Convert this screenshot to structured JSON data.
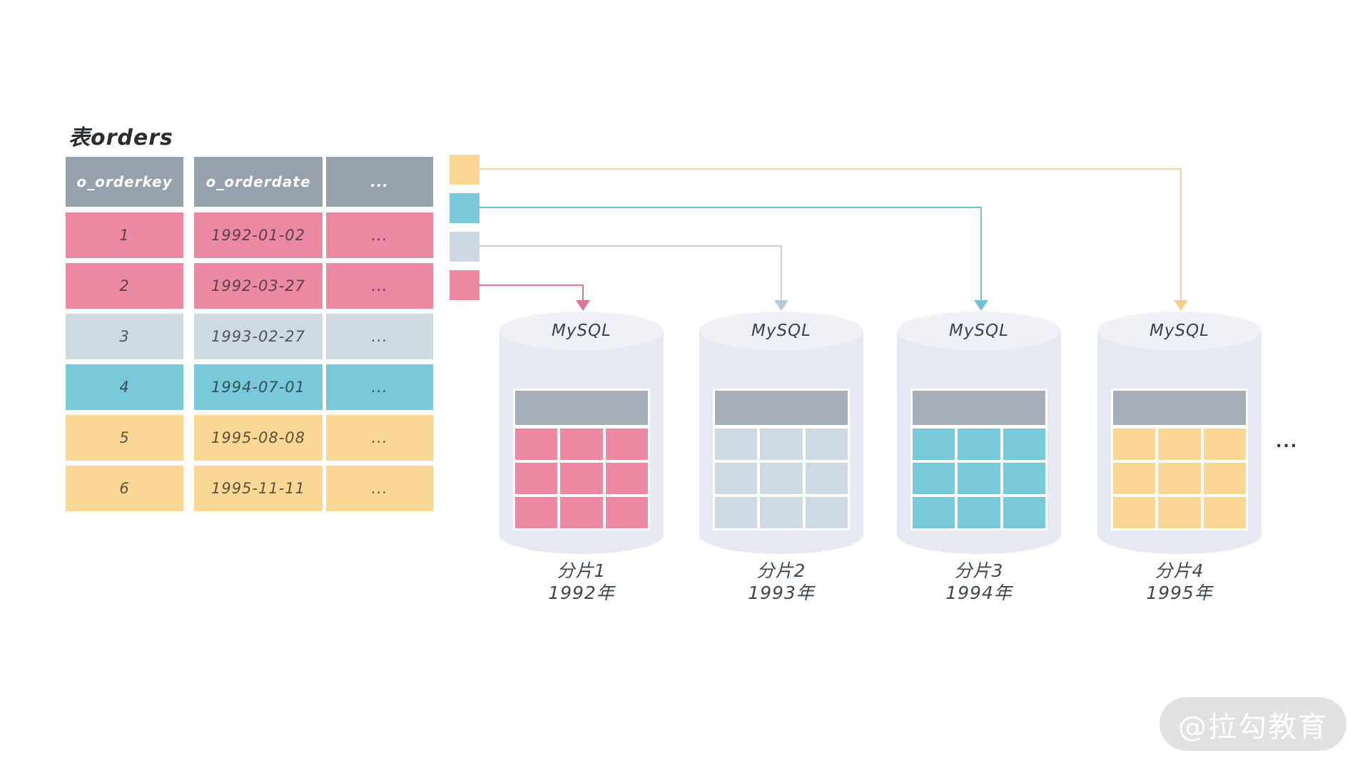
{
  "title": "表orders",
  "table": {
    "headers": [
      "o_orderkey",
      "o_orderdate",
      "..."
    ],
    "rows": [
      {
        "key": "1",
        "date": "1992-01-02",
        "more": "...",
        "color": "pink"
      },
      {
        "key": "2",
        "date": "1992-03-27",
        "more": "...",
        "color": "pink"
      },
      {
        "key": "3",
        "date": "1993-02-27",
        "more": "...",
        "color": "gray"
      },
      {
        "key": "4",
        "date": "1994-07-01",
        "more": "...",
        "color": "cyan"
      },
      {
        "key": "5",
        "date": "1995-08-08",
        "more": "...",
        "color": "yellow"
      },
      {
        "key": "6",
        "date": "1995-11-11",
        "more": "...",
        "color": "yellow"
      }
    ]
  },
  "legend": [
    {
      "name": "shard4-1995",
      "color": "#f9d694"
    },
    {
      "name": "shard3-1994",
      "color": "#79c9da"
    },
    {
      "name": "shard2-1993",
      "color": "#cdd8e2"
    },
    {
      "name": "shard1-1992",
      "color": "#ea89a1"
    }
  ],
  "shards": [
    {
      "db": "MySQL",
      "name": "分片1",
      "year": "1992年",
      "color": "#ea89a1"
    },
    {
      "db": "MySQL",
      "name": "分片2",
      "year": "1993年",
      "color": "#cfd9e2"
    },
    {
      "db": "MySQL",
      "name": "分片3",
      "year": "1994年",
      "color": "#79c9da"
    },
    {
      "db": "MySQL",
      "name": "分片4",
      "year": "1995年",
      "color": "#fad794"
    }
  ],
  "more_shards_ellipsis": "...",
  "watermark": "@拉勾教育",
  "colors": {
    "table_header": "#97a0ad",
    "pink": "#ea89a1",
    "gray_blue": "#cfd9e2",
    "cyan": "#79c9da",
    "yellow": "#fad794",
    "cylinder_body": "#e6e9f2",
    "cylinder_top": "#eff1f7",
    "mini_table_header": "#a5adb9"
  }
}
